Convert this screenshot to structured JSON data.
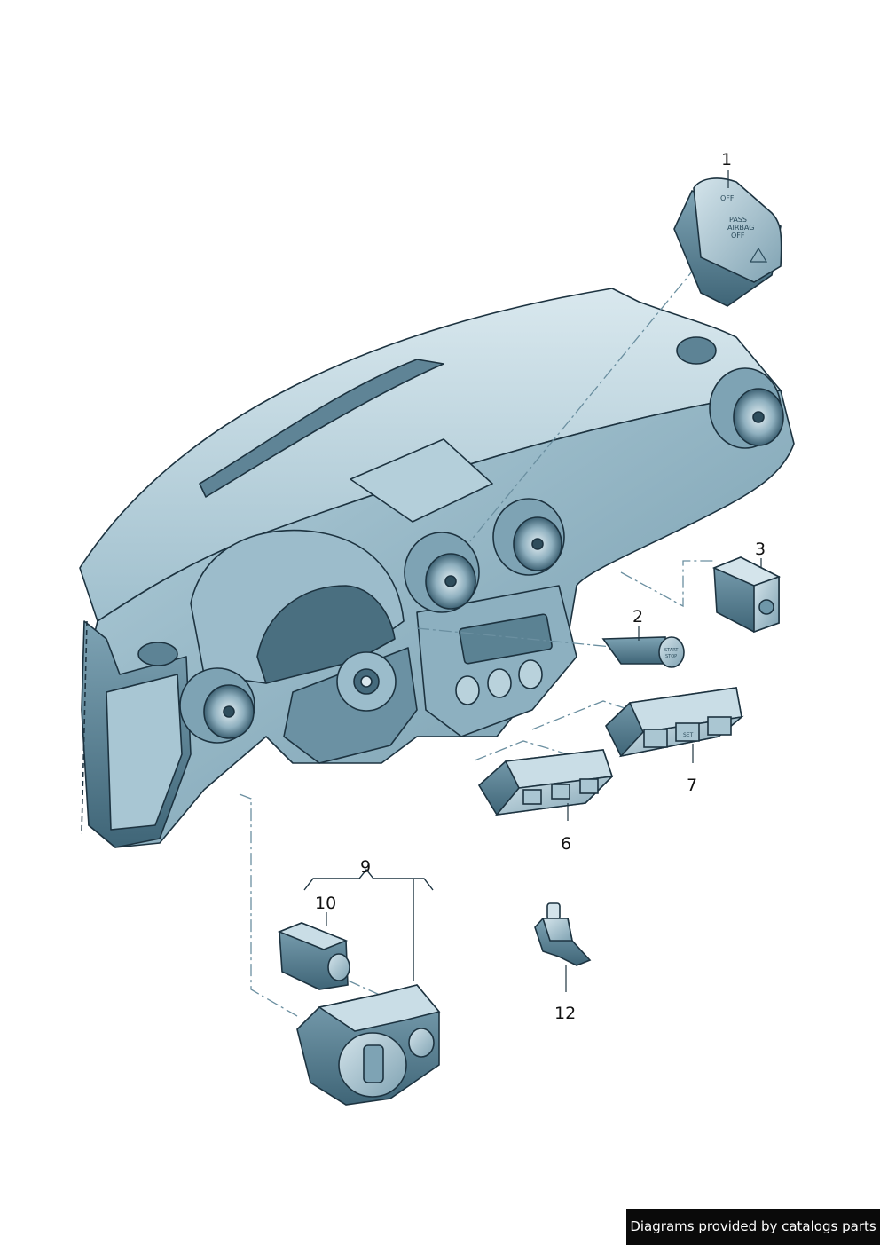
{
  "callouts": {
    "c1": "1",
    "c2": "2",
    "c3": "3",
    "c6": "6",
    "c7": "7",
    "c9": "9",
    "c10": "10",
    "c12": "12"
  },
  "airbag_switch": {
    "off": "OFF",
    "pass": "PASS",
    "airbag": "AIRBAG",
    "off2": "OFF"
  },
  "start_button": {
    "text1": "START",
    "text2": "STOP"
  },
  "seat_switch": {
    "set": "SET"
  },
  "credit": "Diagrams provided by catalogs parts",
  "colors": {
    "dash_light": "#c9dde6",
    "dash_mid": "#8fb2c2",
    "dash_dark": "#4d7283",
    "outline": "#1d3340",
    "credit_bg": "#0a0a0a"
  }
}
